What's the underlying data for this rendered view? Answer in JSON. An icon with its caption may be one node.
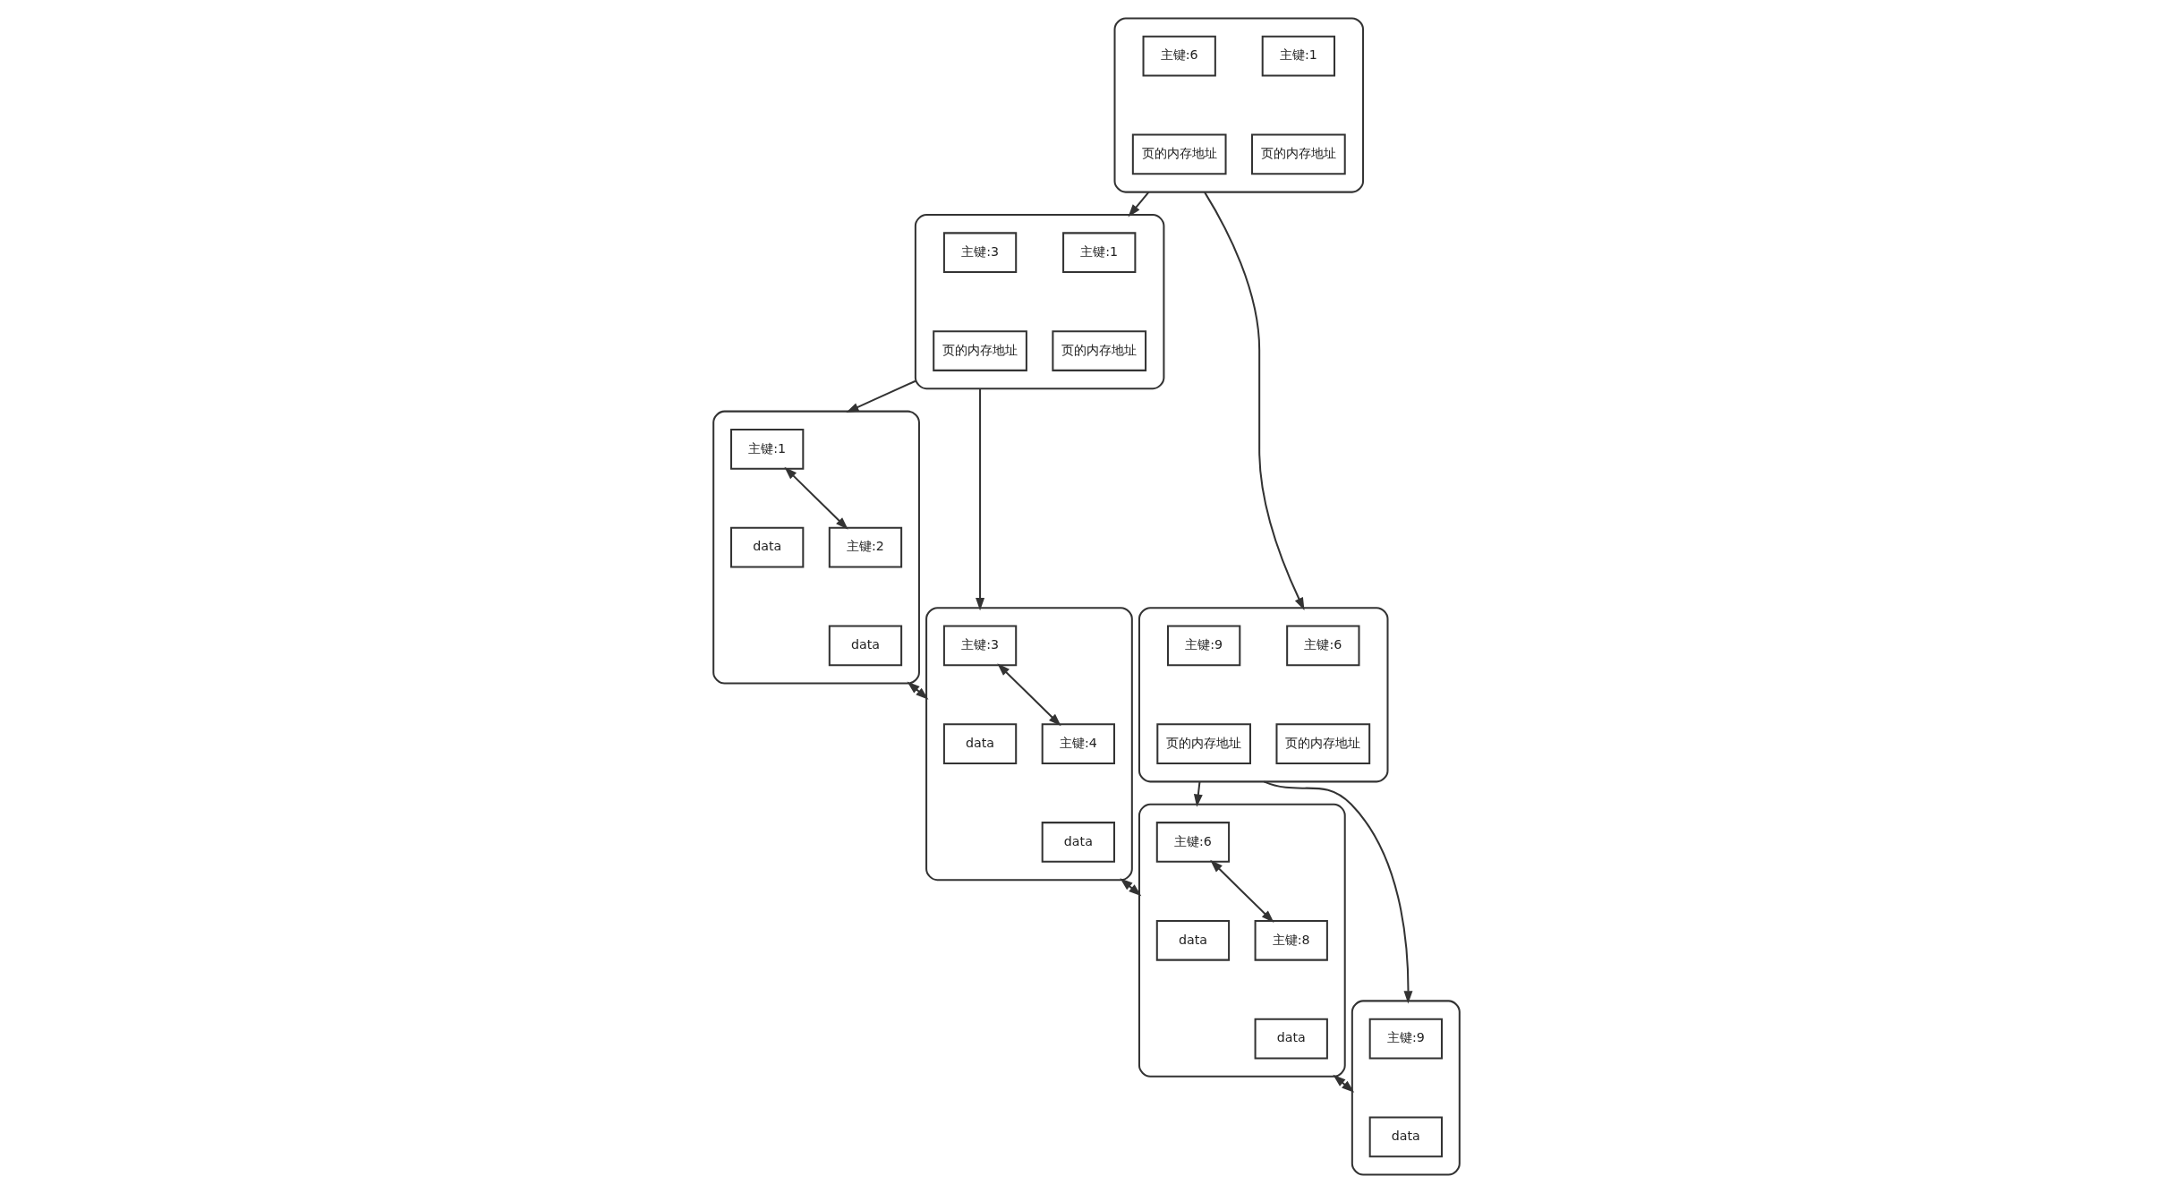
{
  "diagram": {
    "nodes": [
      {
        "text": [],
        "shape": "box"
      },
      {
        "text": [
          "主键:1"
        ],
        "in": 0
      },
      {
        "text": [
          "页的内存地址"
        ],
        "in": 0
      },
      {
        "text": [
          "主键:6"
        ],
        "in": 0
      },
      {
        "text": [
          "页的内存地址"
        ],
        "in": 0
      },
      {
        "text": [],
        "shape": "box"
      },
      {
        "text": [
          "主键:1"
        ],
        "in": 5
      },
      {
        "text": [
          "页的内存地址"
        ],
        "in": 5
      },
      {
        "text": [
          "主键:3"
        ],
        "in": 5
      },
      {
        "text": [
          "页的内存地址"
        ],
        "in": 5
      },
      {
        "text": [],
        "shape": "box"
      },
      {
        "text": [
          "主键:6"
        ],
        "in": 10
      },
      {
        "text": [
          "页的内存地址"
        ],
        "in": 10
      },
      {
        "text": [
          "主键:9"
        ],
        "in": 10
      },
      {
        "text": [
          "页的内存地址"
        ],
        "in": 10
      },
      {
        "text": [],
        "shape": "box"
      },
      {
        "text": [
          "主键:1"
        ],
        "in": 15
      },
      {
        "text": [
          "data"
        ],
        "in": 15
      },
      {
        "text": [
          "主键:2"
        ],
        "in": 15
      },
      {
        "text": [
          "data"
        ],
        "in": 15
      },
      {
        "text": [],
        "shape": "box"
      },
      {
        "text": [
          "主键:3"
        ],
        "in": 20
      },
      {
        "text": [
          "data"
        ],
        "in": 20
      },
      {
        "text": [
          "主键:4"
        ],
        "in": 20
      },
      {
        "text": [
          "data"
        ],
        "in": 20
      },
      {
        "text": [],
        "shape": "box"
      },
      {
        "text": [
          "主键:6"
        ],
        "in": 25
      },
      {
        "text": [
          "data"
        ],
        "in": 25
      },
      {
        "text": [
          "主键:8"
        ],
        "in": 25
      },
      {
        "text": [
          "data"
        ],
        "in": 25
      },
      {
        "text": [],
        "shape": "box"
      },
      {
        "text": [
          "主键:9"
        ],
        "in": 30
      },
      {
        "text": [
          "data"
        ],
        "in": 30
      }
    ],
    "edges": [
      {
        "from": 0,
        "to": 5,
        "arrow": "to"
      },
      {
        "from": 0,
        "to": 10,
        "arrow": "to"
      },
      {
        "from": 5,
        "to": 15,
        "arrow": "to"
      },
      {
        "from": 5,
        "to": 20,
        "arrow": "to"
      },
      {
        "from": 10,
        "to": 25,
        "arrow": "to"
      },
      {
        "from": 10,
        "to": 30,
        "arrow": "to"
      },
      {
        "from": 16,
        "to": 18,
        "arrow": "both"
      },
      {
        "from": 15,
        "to": 20,
        "arrow": "both"
      },
      {
        "from": 21,
        "to": 23,
        "arrow": "both"
      },
      {
        "from": 20,
        "to": 25,
        "arrow": "both"
      },
      {
        "from": 26,
        "to": 28,
        "arrow": "both"
      },
      {
        "from": 25,
        "to": 30,
        "arrow": "both"
      }
    ]
  }
}
